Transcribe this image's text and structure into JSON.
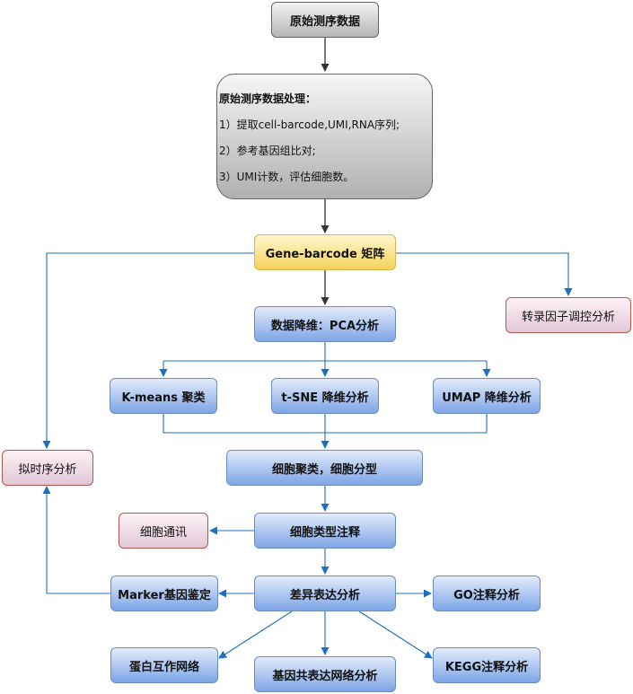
{
  "nodes": {
    "raw": "原始测序数据",
    "process_title": "原始测序数据处理：",
    "process_step1": "1）提取cell-barcode,UMI,RNA序列;",
    "process_step2": "2）参考基因组比对;",
    "process_step3": "3）UMI计数，评估细胞数。",
    "matrix": "Gene-barcode 矩阵",
    "pca": "数据降维：PCA分析",
    "tf": "转录因子调控分析",
    "kmeans": "K-means 聚类",
    "tsne": "t-SNE 降维分析",
    "umap": "UMAP 降维分析",
    "pseudotime": "拟时序分析",
    "cluster": "细胞聚类，细胞分型",
    "communication": "细胞通讯",
    "annotation": "细胞类型注释",
    "marker": "Marker基因鉴定",
    "deg": "差异表达分析",
    "go": "GO注释分析",
    "ppi": "蛋白互作网络",
    "coexp": "基因共表达网络分析",
    "kegg": "KEGG注释分析"
  },
  "colors": {
    "black_arrow": "#333333",
    "blue_arrow": "#1f6fc0"
  }
}
